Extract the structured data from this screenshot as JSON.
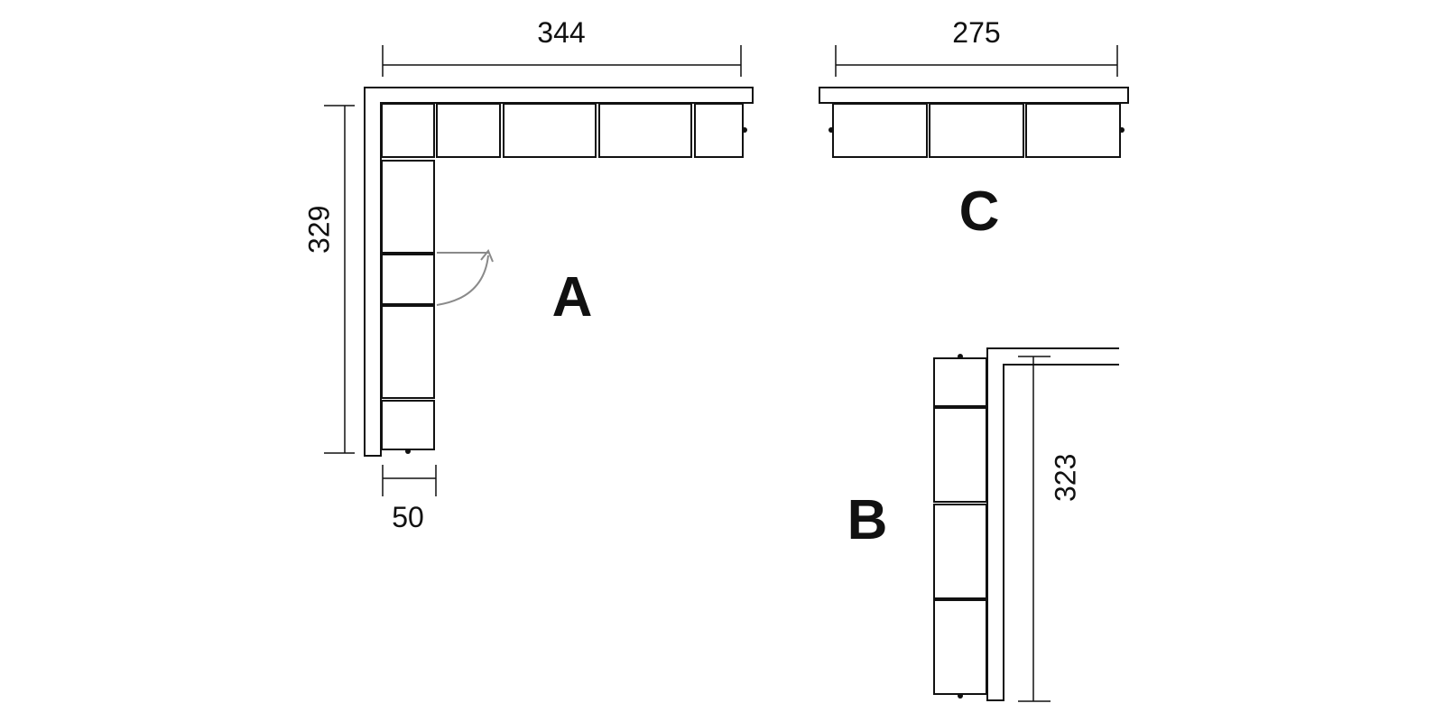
{
  "views": [
    {
      "label": "A"
    },
    {
      "label": "B"
    },
    {
      "label": "C"
    }
  ],
  "dimensions": {
    "a_width": "344",
    "a_height": "329",
    "a_depth": "50",
    "c_width": "275",
    "b_height": "323"
  }
}
